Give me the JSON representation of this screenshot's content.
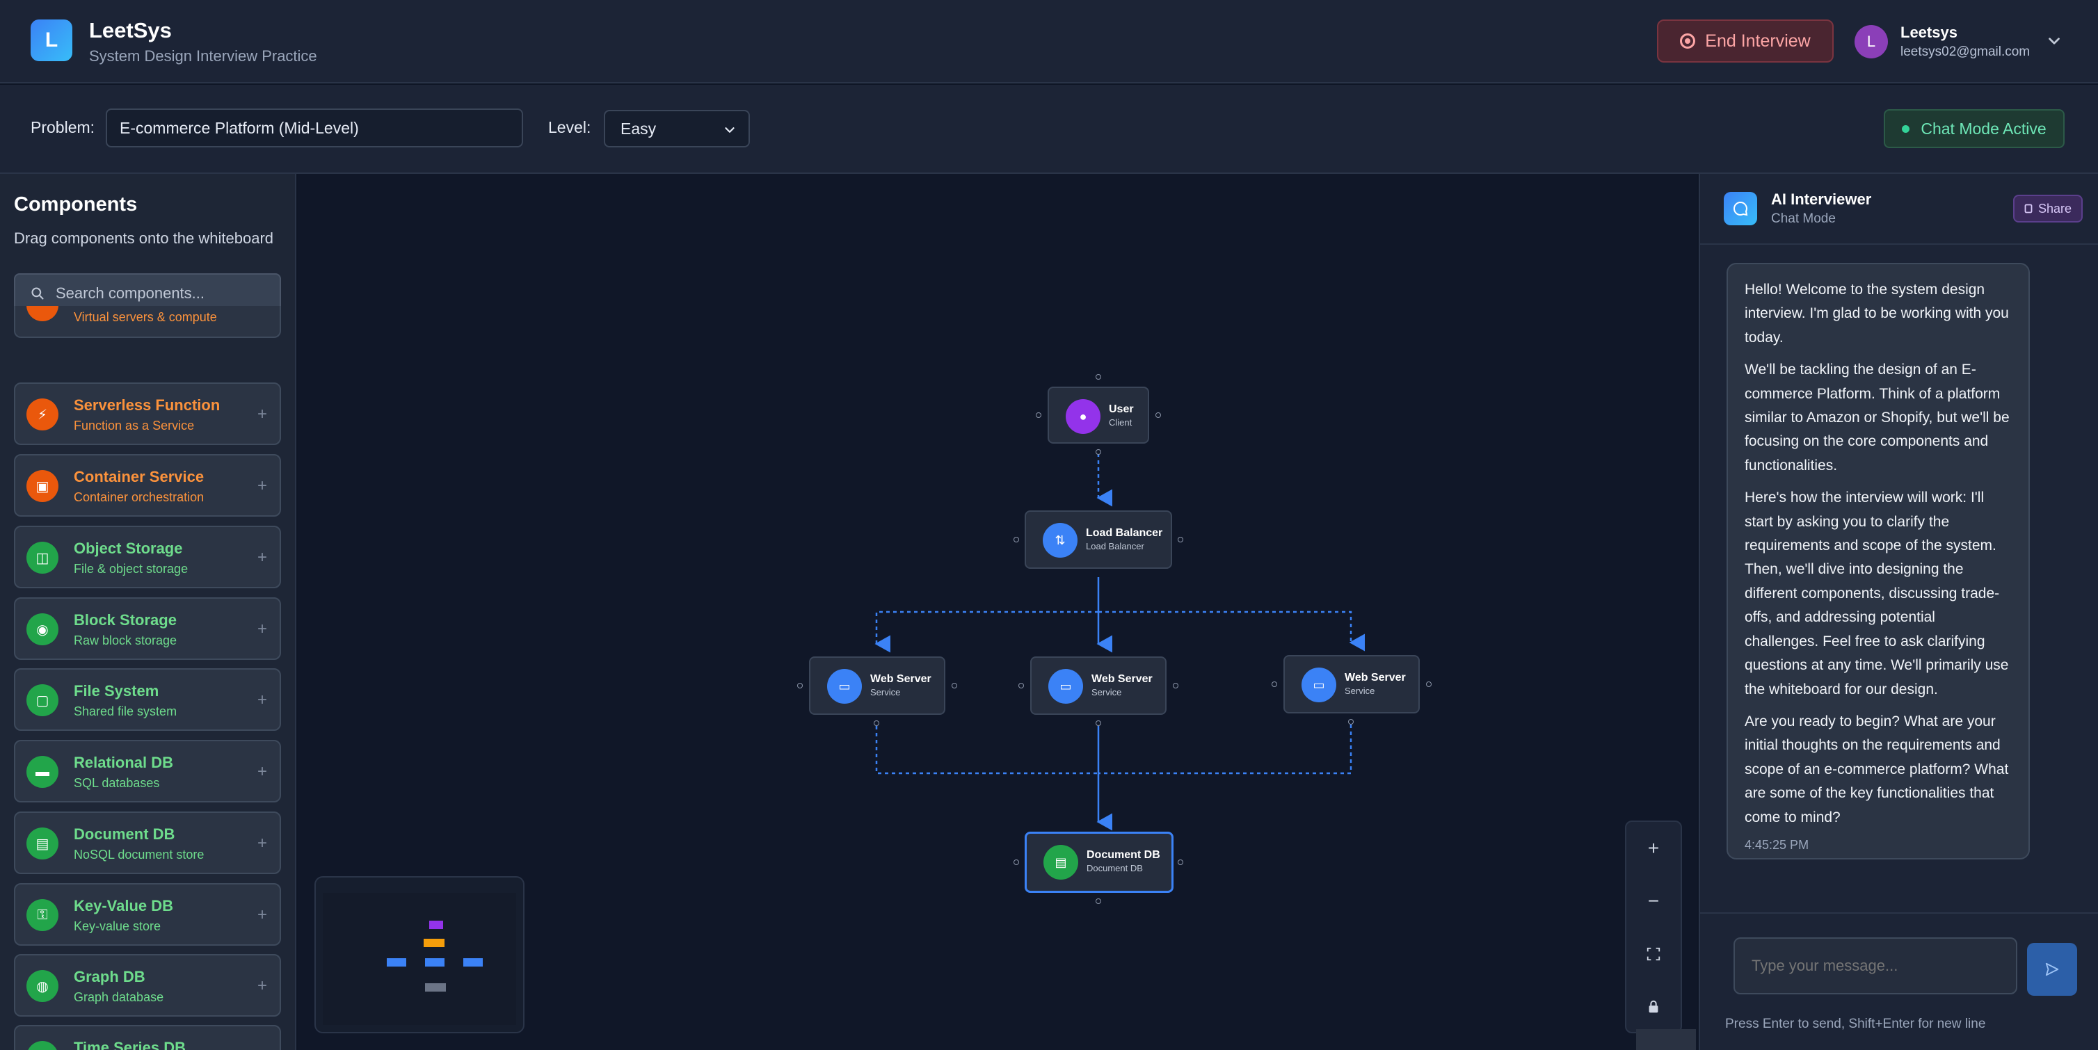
{
  "header": {
    "logo_letter": "L",
    "app_title": "LeetSys",
    "app_subtitle": "System Design Interview Practice",
    "end_button": "End Interview",
    "user": {
      "avatar_letter": "L",
      "name": "Leetsys",
      "email": "leetsys02@gmail.com"
    }
  },
  "toolbar": {
    "problem_label": "Problem:",
    "problem_value": "E-commerce Platform (Mid-Level)",
    "level_label": "Level:",
    "level_value": "Easy",
    "chat_badge": "Chat Mode Active"
  },
  "sidebar": {
    "title": "Components",
    "description": "Drag components onto the whiteboard",
    "search_placeholder": "Search components...",
    "items": [
      {
        "name": "",
        "sub": "Virtual servers & compute",
        "color": "orange",
        "icon": "server-icon"
      },
      {
        "name": "Serverless Function",
        "sub": "Function as a Service",
        "color": "orange",
        "icon": "lightning-icon"
      },
      {
        "name": "Container Service",
        "sub": "Container orchestration",
        "color": "orange",
        "icon": "box-icon"
      },
      {
        "name": "Object Storage",
        "sub": "File & object storage",
        "color": "green",
        "icon": "bucket-icon"
      },
      {
        "name": "Block Storage",
        "sub": "Raw block storage",
        "color": "green",
        "icon": "disk-icon"
      },
      {
        "name": "File System",
        "sub": "Shared file system",
        "color": "green",
        "icon": "folder-icon"
      },
      {
        "name": "Relational DB",
        "sub": "SQL databases",
        "color": "green",
        "icon": "database-icon"
      },
      {
        "name": "Document DB",
        "sub": "NoSQL document store",
        "color": "green",
        "icon": "document-icon"
      },
      {
        "name": "Key-Value DB",
        "sub": "Key-value store",
        "color": "green",
        "icon": "key-icon"
      },
      {
        "name": "Graph DB",
        "sub": "Graph database",
        "color": "green",
        "icon": "graph-icon"
      },
      {
        "name": "Time Series DB",
        "sub": "",
        "color": "green",
        "icon": "chart-icon"
      }
    ]
  },
  "canvas": {
    "nodes": {
      "user": {
        "title": "User",
        "sub": "Client"
      },
      "lb": {
        "title": "Load Balancer",
        "sub": "Load Balancer"
      },
      "ws1": {
        "title": "Web Server",
        "sub": "Service"
      },
      "ws2": {
        "title": "Web Server",
        "sub": "Service"
      },
      "ws3": {
        "title": "Web Server",
        "sub": "Service"
      },
      "db": {
        "title": "Document DB",
        "sub": "Document DB"
      }
    },
    "zoom_controls": [
      "+",
      "−"
    ]
  },
  "chat": {
    "title": "AI Interviewer",
    "mode": "Chat Mode",
    "share_label": "Share",
    "message": [
      "Hello! Welcome to the system design interview. I'm glad to be working with you today.",
      "We'll be tackling the design of an E-commerce Platform. Think of a platform similar to Amazon or Shopify, but we'll be focusing on the core components and functionalities.",
      "Here's how the interview will work: I'll start by asking you to clarify the requirements and scope of the system. Then, we'll dive into designing the different components, discussing trade-offs, and addressing potential challenges. Feel free to ask clarifying questions at any time. We'll primarily use the whiteboard for our design.",
      "Are you ready to begin? What are your initial thoughts on the requirements and scope of an e-commerce platform? What are some of the key functionalities that come to mind?"
    ],
    "timestamp": "4:45:25 PM",
    "input_placeholder": "Type your message...",
    "hint": "Press Enter to send, Shift+Enter for new line"
  },
  "colors": {
    "accent": "#3b82f6",
    "compute_orange": "#ea580c",
    "storage_green": "#22a54a",
    "user_purple": "#9333ea",
    "danger": "#fca5a5"
  }
}
